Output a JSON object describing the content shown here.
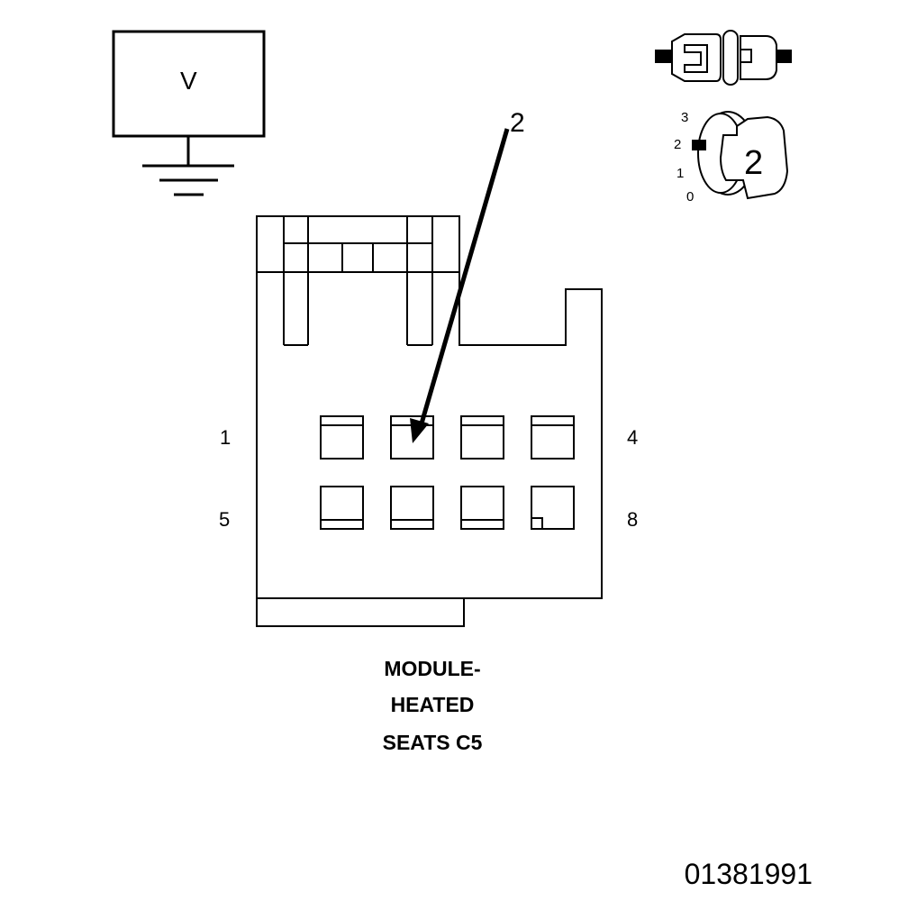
{
  "meter": {
    "symbol": "V"
  },
  "callout": {
    "number": "2"
  },
  "key_switch": {
    "positions": [
      "3",
      "2",
      "1",
      "0"
    ],
    "active_position": "2",
    "key_number": "2"
  },
  "connector": {
    "pin_labels": {
      "top_left": "1",
      "top_right": "4",
      "bottom_left": "5",
      "bottom_right": "8"
    },
    "cavities_per_row": 4,
    "rows": 2
  },
  "title": {
    "line1": "MODULE-",
    "line2": "HEATED",
    "line3": "SEATS C5"
  },
  "figure_number": "01381991"
}
